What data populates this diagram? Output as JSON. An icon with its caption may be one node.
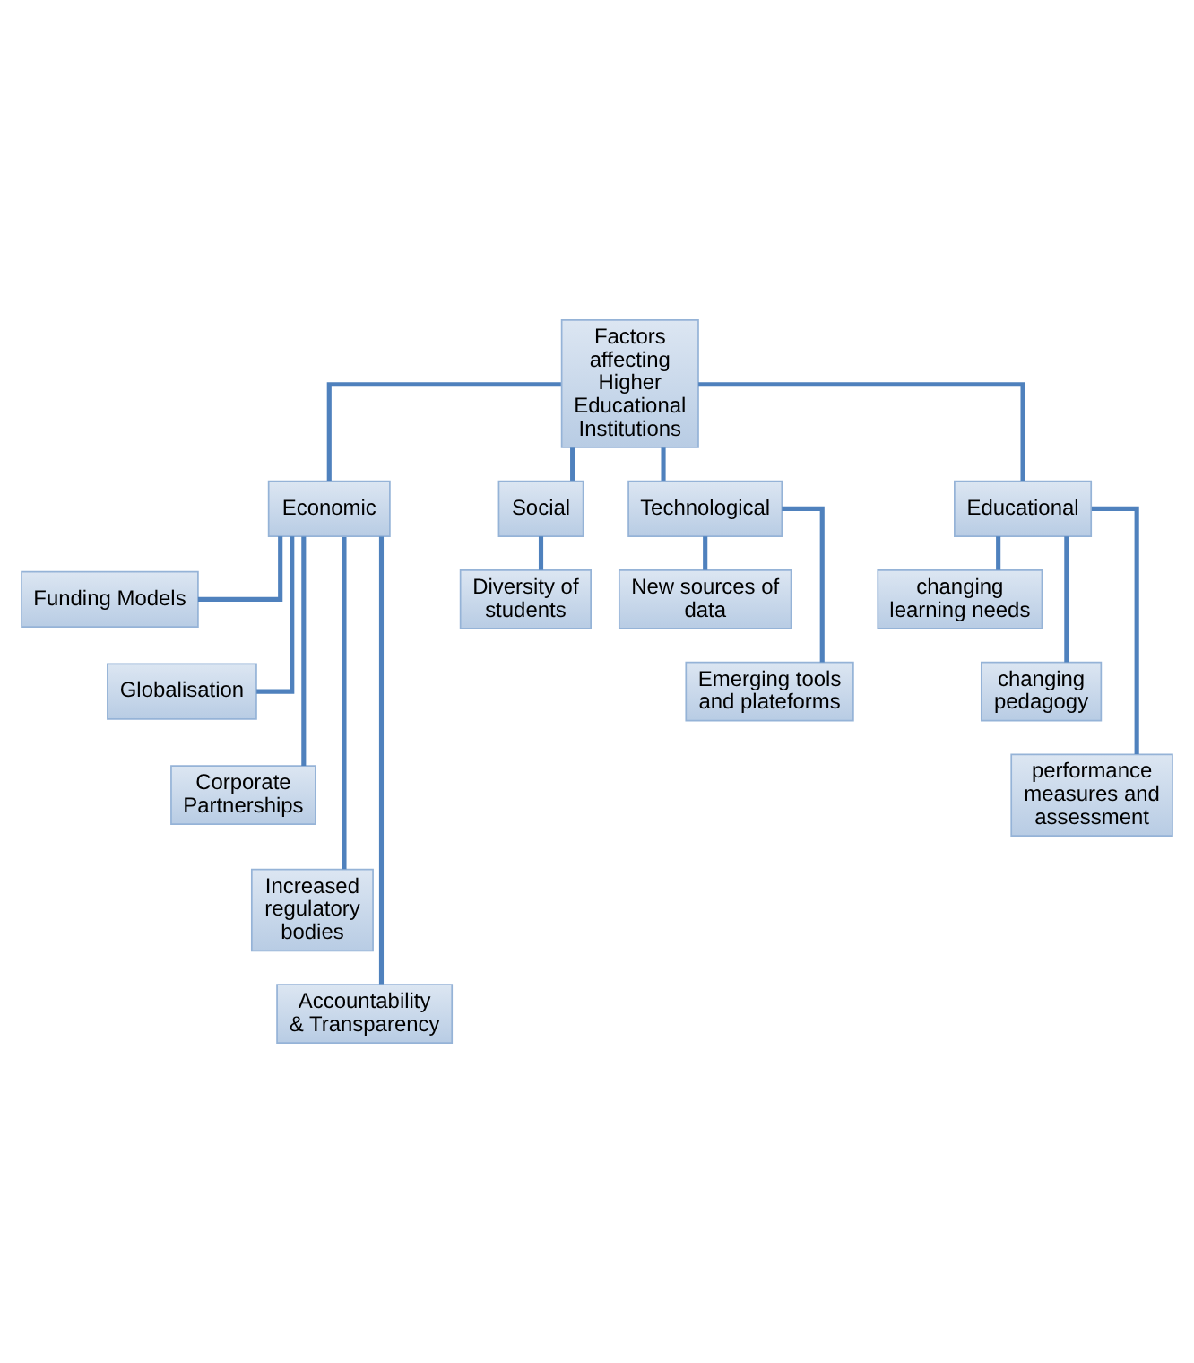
{
  "diagram": {
    "nodes": [
      {
        "text": [
          "Factors affecting Higher Educational Institutions"
        ]
      },
      {
        "text": [
          "Economic"
        ]
      },
      {
        "text": [
          "Social"
        ]
      },
      {
        "text": [
          "Technological"
        ]
      },
      {
        "text": [
          "Educational"
        ]
      },
      {
        "text": [
          "Funding Models"
        ]
      },
      {
        "text": [
          "Globalisation"
        ]
      },
      {
        "text": [
          "Corporate Partnerships"
        ]
      },
      {
        "text": [
          "Increased regulatory bodies"
        ]
      },
      {
        "text": [
          "Accountability & Transparency"
        ]
      },
      {
        "text": [
          "Diversity of students"
        ]
      },
      {
        "text": [
          "New sources of data"
        ]
      },
      {
        "text": [
          "Emerging tools and plateforms"
        ]
      },
      {
        "text": [
          "changing learning needs"
        ]
      },
      {
        "text": [
          "changing pedagogy"
        ]
      },
      {
        "text": [
          "performance measures and assessment"
        ]
      }
    ],
    "edges": [
      {
        "from": 0,
        "to": 1,
        "arrow": "none"
      },
      {
        "from": 0,
        "to": 2,
        "arrow": "none"
      },
      {
        "from": 0,
        "to": 3,
        "arrow": "none"
      },
      {
        "from": 0,
        "to": 4,
        "arrow": "none"
      },
      {
        "from": 1,
        "to": 5,
        "arrow": "none"
      },
      {
        "from": 1,
        "to": 6,
        "arrow": "none"
      },
      {
        "from": 1,
        "to": 7,
        "arrow": "none"
      },
      {
        "from": 1,
        "to": 8,
        "arrow": "none"
      },
      {
        "from": 1,
        "to": 9,
        "arrow": "none"
      },
      {
        "from": 2,
        "to": 10,
        "arrow": "none"
      },
      {
        "from": 3,
        "to": 11,
        "arrow": "none"
      },
      {
        "from": 3,
        "to": 12,
        "arrow": "none"
      },
      {
        "from": 4,
        "to": 13,
        "arrow": "none"
      },
      {
        "from": 4,
        "to": 14,
        "arrow": "none"
      },
      {
        "from": 4,
        "to": 15,
        "arrow": "none"
      }
    ]
  }
}
